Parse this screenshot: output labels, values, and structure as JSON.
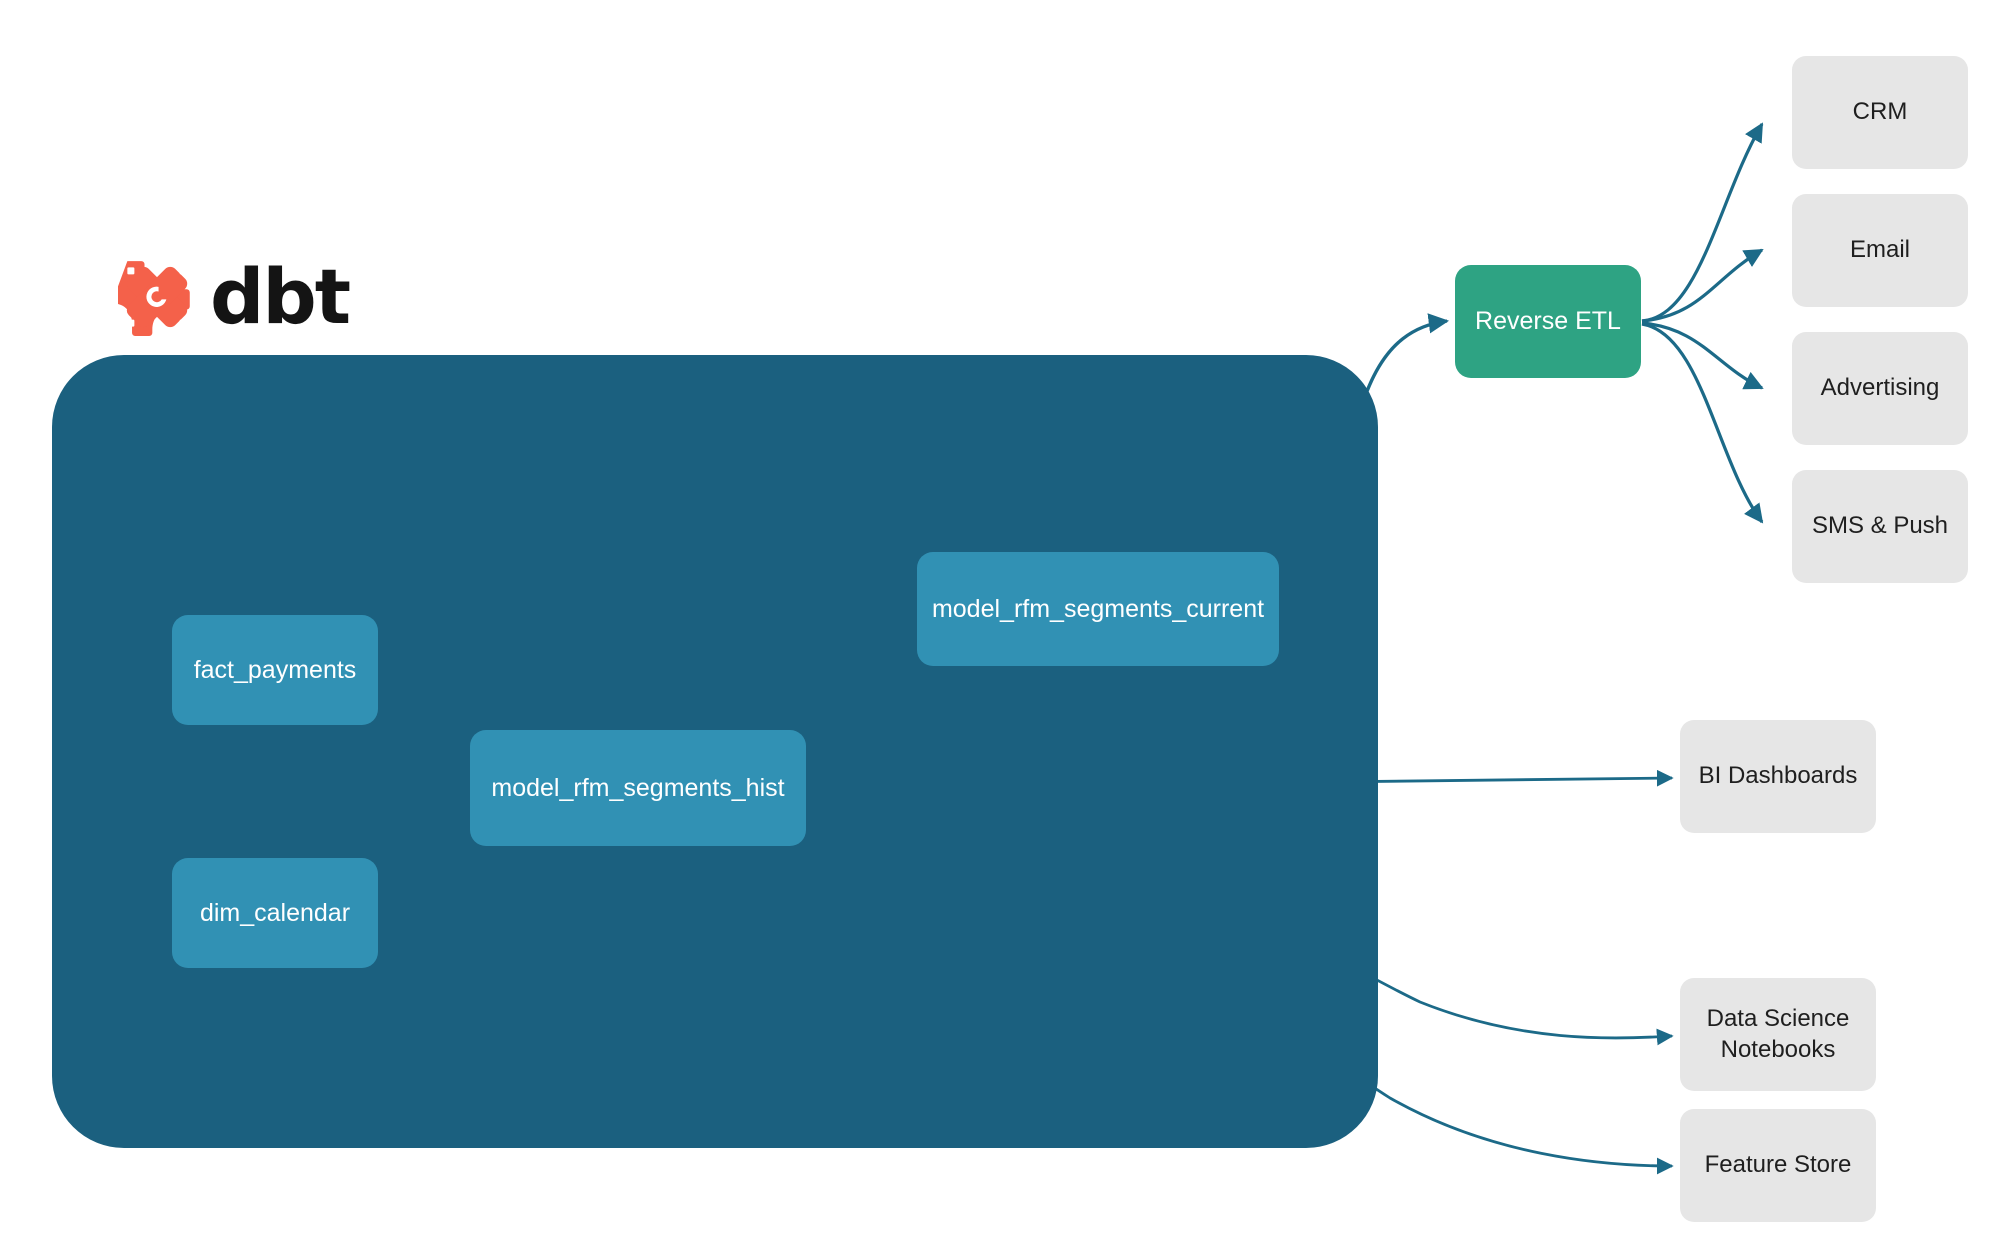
{
  "brand": {
    "logo_icon": "dbt-x-mark-icon",
    "wordmark": "dbt",
    "logo_color": "#f4614a"
  },
  "colors": {
    "container_bg": "#1b607f",
    "model_node": "#3191b4",
    "reverse_etl_node": "#2ea383",
    "destination_node": "#e6e6e6",
    "edge_outside": "#1c6a88",
    "edge_inside": "#2e93ad",
    "page_bg": "#ffffff"
  },
  "project_container": {
    "name": "dbt-project-boundary"
  },
  "models": [
    {
      "id": "fact_payments",
      "label": "fact_payments"
    },
    {
      "id": "dim_calendar",
      "label": "dim_calendar"
    },
    {
      "id": "model_rfm_segments_hist",
      "label": "model_rfm_segments_hist"
    },
    {
      "id": "model_rfm_segments_current",
      "label": "model_rfm_segments_current"
    }
  ],
  "activation": {
    "reverse_etl": {
      "label": "Reverse ETL"
    },
    "channels": [
      {
        "id": "crm",
        "label": "CRM"
      },
      {
        "id": "email",
        "label": "Email"
      },
      {
        "id": "advertising",
        "label": "Advertising"
      },
      {
        "id": "sms_push",
        "label": "SMS & Push"
      }
    ]
  },
  "consumers": [
    {
      "id": "bi_dashboards",
      "label": "BI Dashboards"
    },
    {
      "id": "ds_notebooks",
      "label_line1": "Data Science",
      "label_line2": "Notebooks"
    },
    {
      "id": "feature_store",
      "label": "Feature Store"
    }
  ],
  "edges": [
    {
      "from": "fact_payments",
      "to": "model_rfm_segments_hist"
    },
    {
      "from": "dim_calendar",
      "to": "model_rfm_segments_hist"
    },
    {
      "from": "model_rfm_segments_hist",
      "to": "model_rfm_segments_current"
    },
    {
      "from": "model_rfm_segments_current",
      "to": "reverse_etl"
    },
    {
      "from": "model_rfm_segments_hist",
      "to": "bi_dashboards"
    },
    {
      "from": "model_rfm_segments_hist",
      "to": "ds_notebooks"
    },
    {
      "from": "model_rfm_segments_hist",
      "to": "feature_store"
    },
    {
      "from": "reverse_etl",
      "to": "crm"
    },
    {
      "from": "reverse_etl",
      "to": "email"
    },
    {
      "from": "reverse_etl",
      "to": "advertising"
    },
    {
      "from": "reverse_etl",
      "to": "sms_push"
    }
  ]
}
